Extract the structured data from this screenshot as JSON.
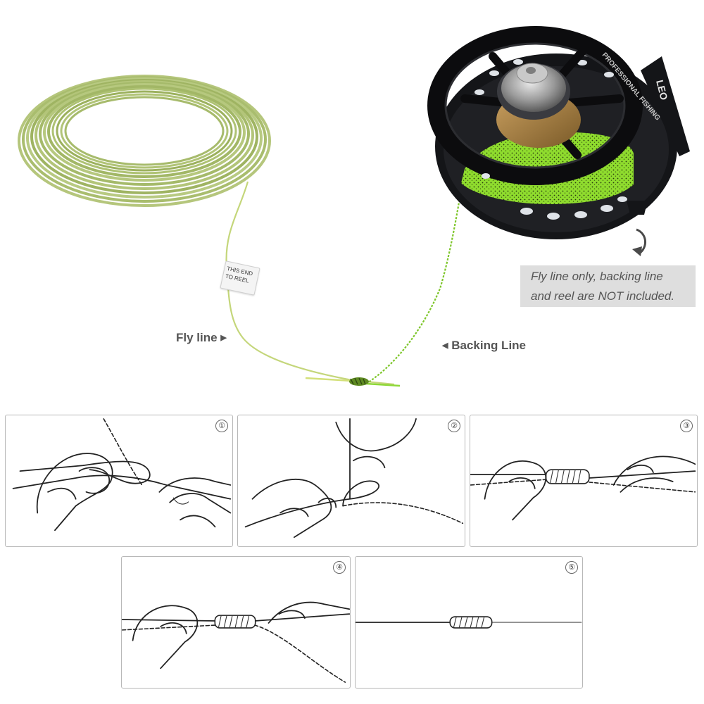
{
  "photo": {
    "label_tag": {
      "line1": "THIS END",
      "line2": "TO REEL"
    },
    "reel_text": {
      "brand": "LEO",
      "engraving": "PROFESSIONAL FISHING"
    },
    "fly_line_label": "Fly line",
    "backing_line_label": "Backing Line",
    "note": {
      "line1": "Fly line only, backing line",
      "line2": "and reel are NOT included."
    },
    "colors": {
      "fly_line": "#a9bd6e",
      "backing_line": "#9fe23a",
      "reel_body": "#1a1b1f",
      "note_bg": "#dedede"
    }
  },
  "steps": [
    {
      "number": "①"
    },
    {
      "number": "②"
    },
    {
      "number": "③"
    },
    {
      "number": "④"
    },
    {
      "number": "⑤"
    }
  ]
}
